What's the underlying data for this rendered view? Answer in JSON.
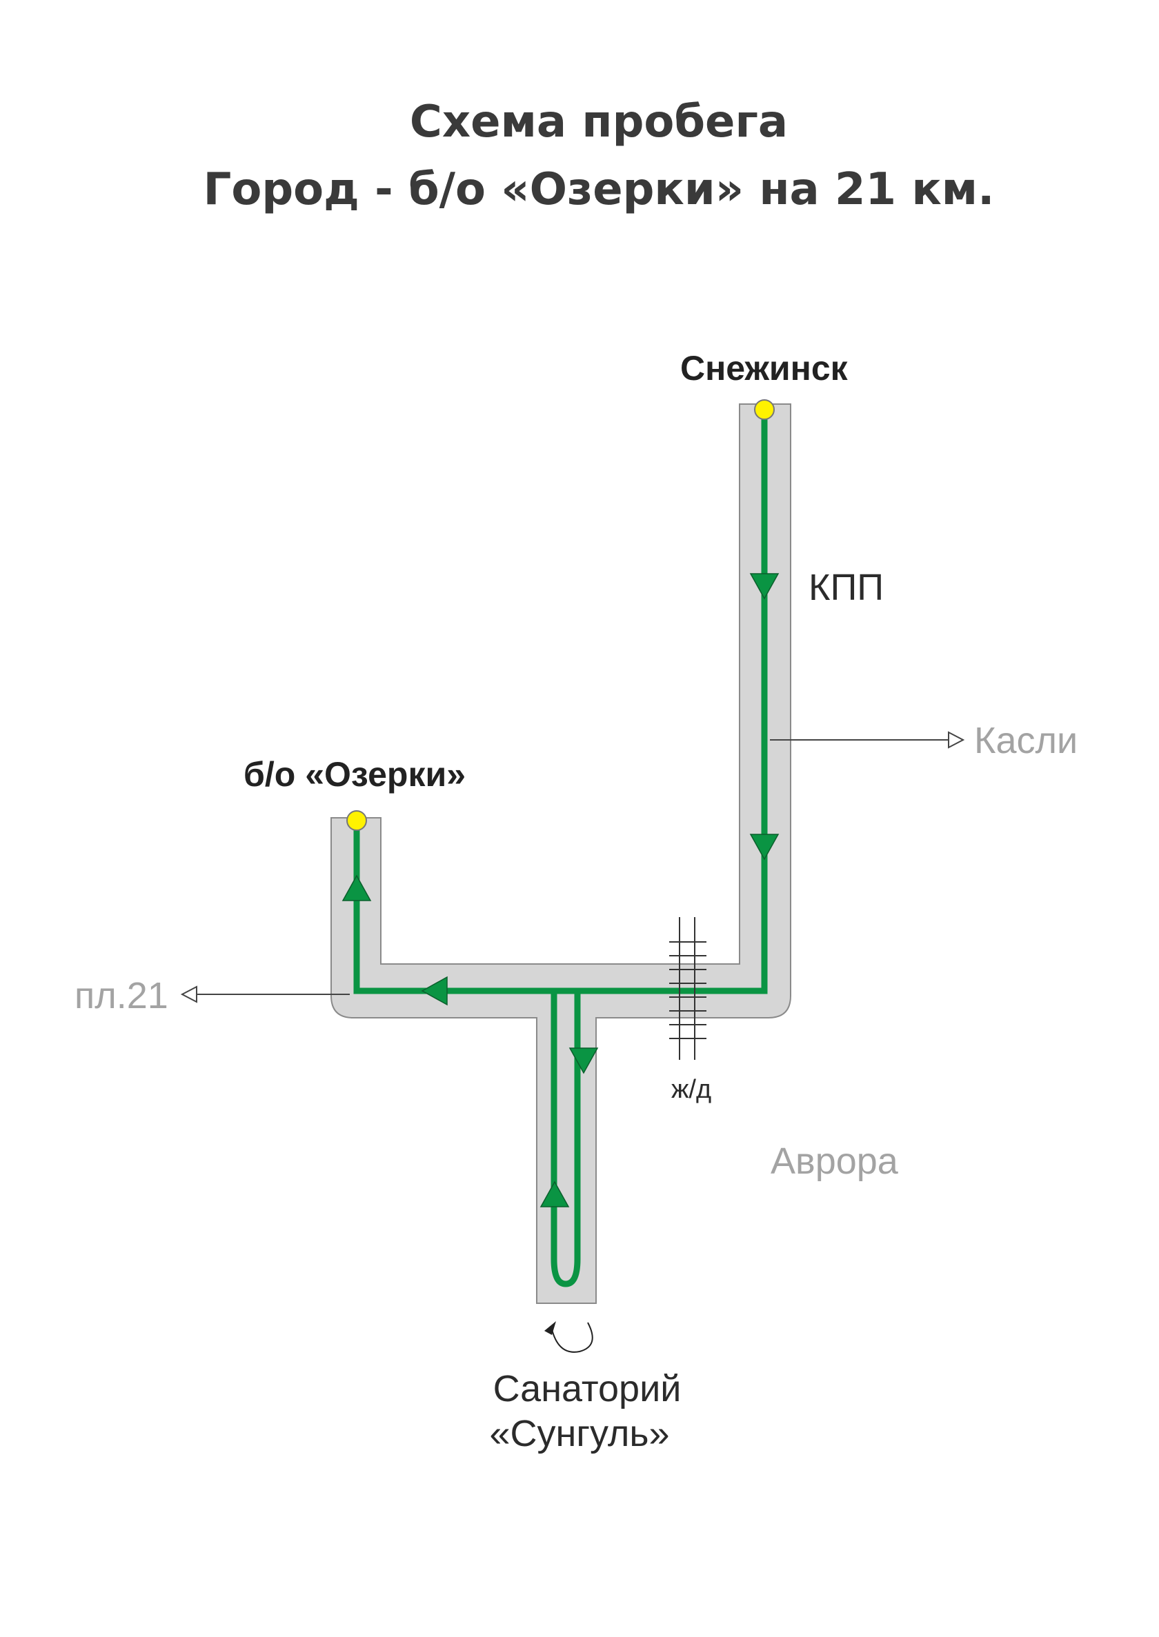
{
  "title": {
    "line1": "Схема пробега",
    "line2": "Город - б/о «Озерки» на 21 км."
  },
  "labels": {
    "start": "Снежинск",
    "checkpoint": "КПП",
    "kasli": "Касли",
    "finish": "б/о «Озерки»",
    "platform": "пл.21",
    "railway": "ж/д",
    "avrora": "Аврора",
    "sanatorium_line1": "Санаторий",
    "sanatorium_line2": "«Сунгуль»"
  },
  "colors": {
    "route": "#0a9443",
    "road": "#d6d6d6",
    "road_outline": "#8a8a8a",
    "marker": "#fff200",
    "title": "#3a3a3a",
    "grey_label": "#a3a3a3"
  }
}
